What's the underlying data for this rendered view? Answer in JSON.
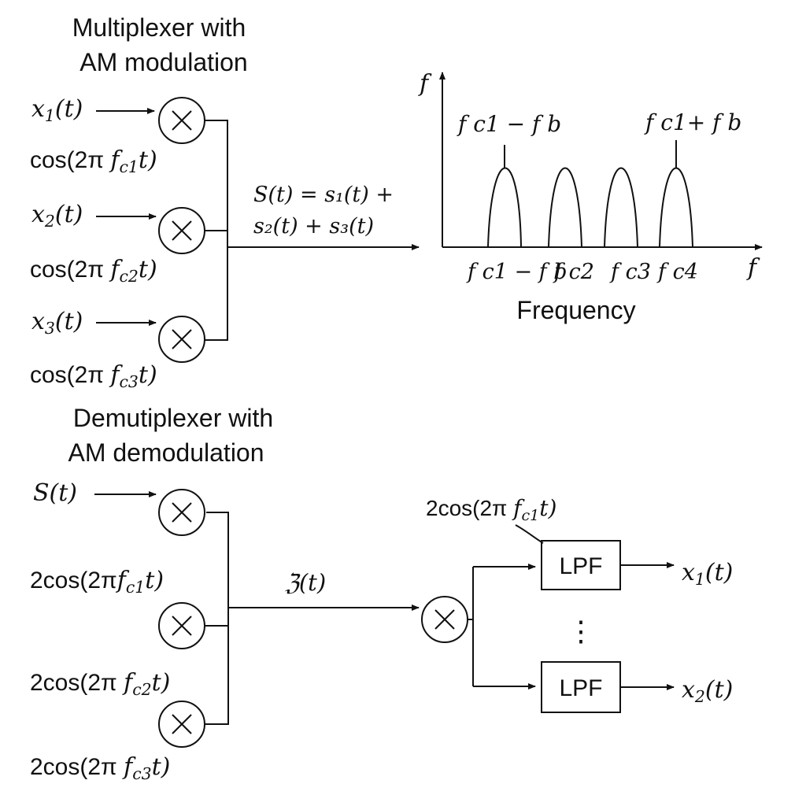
{
  "mux": {
    "title_line1": "Multiplexer with",
    "title_line2": "AM modulation",
    "inputs": [
      {
        "label": "x",
        "sub": "1",
        "arg": "(t)"
      },
      {
        "label": "x",
        "sub": "2",
        "arg": "(t)"
      },
      {
        "label": "x",
        "sub": "3",
        "arg": "(t)"
      }
    ],
    "carriers": [
      {
        "pre": "cos(2π ",
        "f": "f",
        "sub": "c1",
        "post": "t)"
      },
      {
        "pre": "cos(2π ",
        "f": "f",
        "sub": "c2",
        "post": "t)"
      },
      {
        "pre": "cos(2π ",
        "f": "f",
        "sub": "c3",
        "post": "t)"
      }
    ],
    "sum_line1": "S(t) = s₁(t) +",
    "sum_line2": "s₂(t) + s₃(t)"
  },
  "spectrum": {
    "y_axis_label": "f",
    "x_axis_label": "f",
    "caption": "Frequency",
    "peak_labels": [
      "f c1 − f b",
      "f c1+ f b"
    ],
    "tick_labels": [
      "f c1 − f b",
      "f c2",
      "f c3",
      "f c4"
    ]
  },
  "demux": {
    "title_line1": "Demutiplexer with",
    "title_line2": "AM demodulation",
    "input_label": "S(t)",
    "carriers": [
      {
        "pre": "2cos(2π",
        "f": "f",
        "sub": "c1",
        "post": "t)"
      },
      {
        "pre": "2cos(2π ",
        "f": "f",
        "sub": "c2",
        "post": "t)"
      },
      {
        "pre": "2cos(2π ",
        "f": "f",
        "sub": "c3",
        "post": "t)"
      }
    ],
    "combined_label": "ℨ(t)",
    "lpf_carrier": {
      "pre": "2cos(2π ",
      "f": "f",
      "sub": "c1",
      "post": "t)"
    },
    "lpf_label": "LPF",
    "outputs": [
      {
        "label": "x",
        "sub": "1",
        "arg": "(t)"
      },
      {
        "label": "x",
        "sub": "2",
        "arg": "(t)"
      }
    ],
    "ellipsis": "⋮"
  },
  "colors": {
    "stroke": "#111111",
    "background": "#ffffff"
  }
}
